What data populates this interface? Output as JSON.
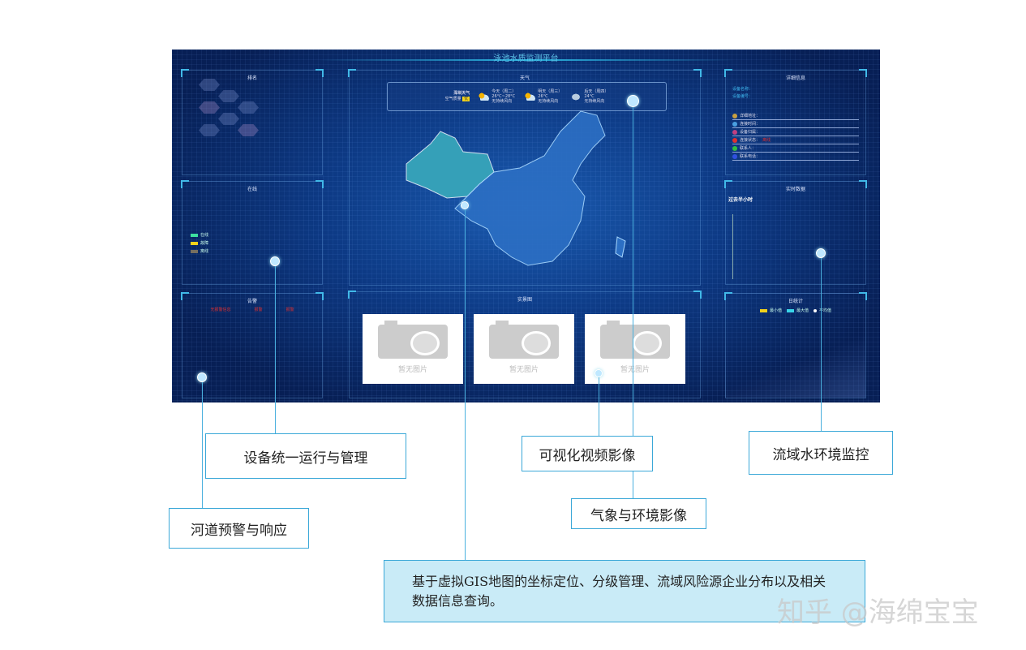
{
  "dashboard": {
    "title": "泳池水质监测平台",
    "panels": {
      "ranking": "排名",
      "online": "在线",
      "alarm": "告警",
      "weather": "天气",
      "live": "实景图",
      "details": "详细信息",
      "realtime": "实时数据",
      "daily": "日统计"
    },
    "online_legend": [
      {
        "label": "在线",
        "color": "#3de0a0"
      },
      {
        "label": "故障",
        "color": "#f2d21b"
      },
      {
        "label": "离线",
        "color": "#776f60"
      }
    ],
    "alarm_items": [
      "无报警信息",
      "报警",
      "报警"
    ],
    "weather": {
      "city": "深圳天气",
      "air_label": "空气质量",
      "air_value": "优",
      "days": [
        {
          "day": "今天（周二）",
          "temp": "26°C~28°C",
          "wind": "无持续风向",
          "icon": "sun-cloud-icon"
        },
        {
          "day": "明天（周三）",
          "temp": "26°C",
          "wind": "无持续风向",
          "icon": "sun-cloud-icon"
        },
        {
          "day": "后天（周四）",
          "temp": "24°C",
          "wind": "无持续风向",
          "icon": "rain-cloud-icon"
        }
      ]
    },
    "photos": [
      "暂无图片",
      "暂无图片",
      "暂无图片"
    ],
    "details": {
      "name": "设备名称：",
      "code": "设备编号：",
      "rows": [
        {
          "label": "详细地址：",
          "value": "",
          "color": "#c8a040"
        },
        {
          "label": "连接时间：",
          "value": "",
          "color": "#4aa0e0"
        },
        {
          "label": "设备归属：",
          "value": "",
          "color": "#c04080"
        },
        {
          "label": "连接状态：",
          "value": "离线",
          "color": "#e03030"
        },
        {
          "label": "联系人：",
          "value": "",
          "color": "#30c040"
        },
        {
          "label": "联系电话：",
          "value": "",
          "color": "#3050e0"
        }
      ]
    },
    "realtime_sub": "过去半小时",
    "daily_legend": [
      {
        "label": "最小值",
        "color": "#f2d21b"
      },
      {
        "label": "最大值",
        "color": "#39d4e8"
      },
      {
        "label": "平均值",
        "color": "#ffffff"
      }
    ]
  },
  "callouts": {
    "device": "设备统一运行与管理",
    "river": "河道预警与响应",
    "video": "可视化视频影像",
    "weather": "气象与环境影像",
    "basin": "流域水环境监控",
    "gis": "基于虚拟GIS地图的坐标定位、分级管理、流域风险源企业分布以及相关数据信息查询。"
  },
  "watermark": "知乎 @海绵宝宝"
}
